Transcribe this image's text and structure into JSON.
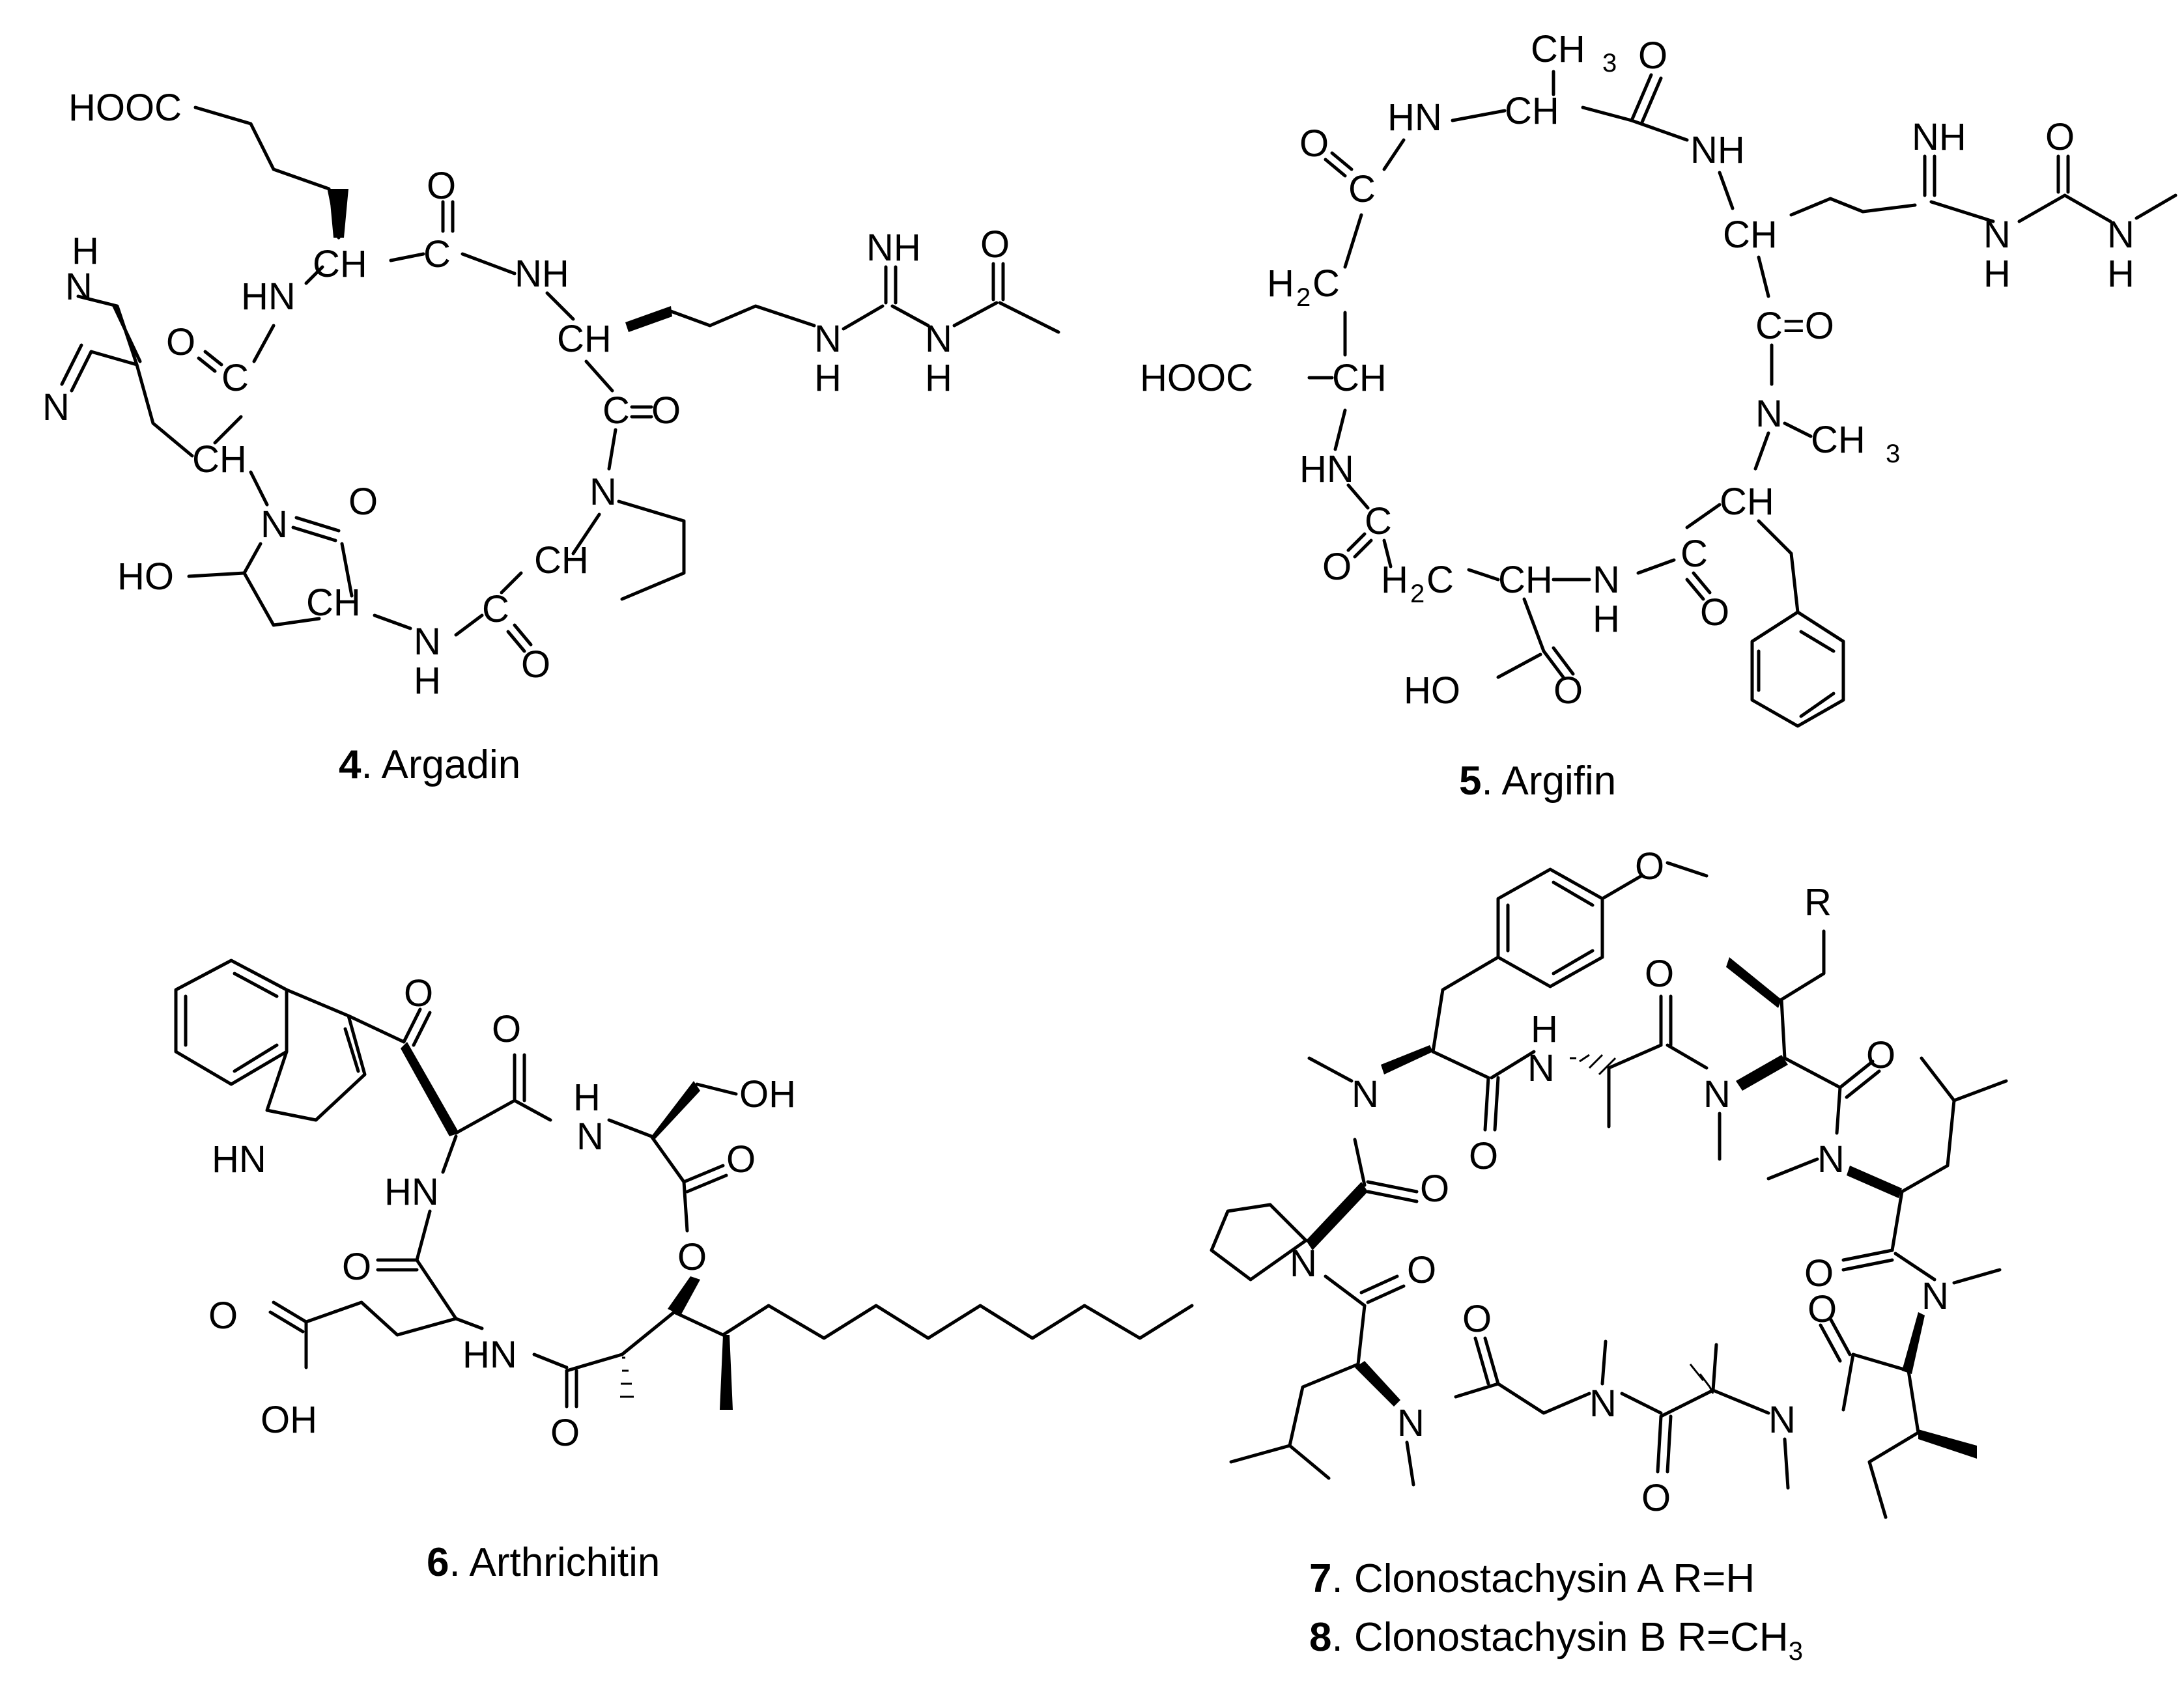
{
  "compounds": [
    {
      "number": "4",
      "name": ". Argadin"
    },
    {
      "number": "5",
      "name": ". Argifin"
    },
    {
      "number": "6",
      "name": ". Arthrichitin"
    },
    {
      "number": "7",
      "name": ". Clonostachysin A  R=H"
    },
    {
      "number": "8",
      "name": ". Clonostachysin B  R=CH",
      "sub": "3"
    }
  ],
  "labels": {
    "hooc": "HOOC",
    "hooc2": "HOOC",
    "hn": "HN",
    "nh": "NH",
    "ch": "CH",
    "c": "C",
    "o": "O",
    "n": "N",
    "h": "H",
    "ho": "HO",
    "oh": "OH",
    "ch3": "CH",
    "three": "3",
    "h2c": "H",
    "two": "2",
    "r": "R",
    "c_eq_o": "C=O"
  }
}
